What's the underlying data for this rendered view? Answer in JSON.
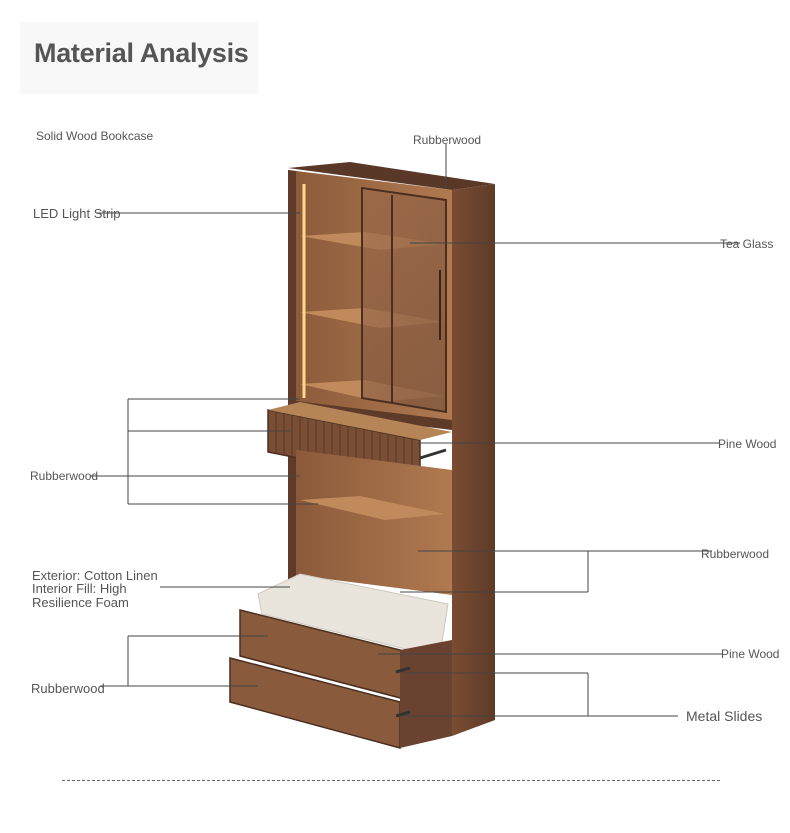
{
  "title": "Material Analysis",
  "subtitle": "Solid Wood Bookcase",
  "labels": {
    "rubberwood_top": "Rubberwood",
    "led_strip": "LED Light Strip",
    "tea_glass": "Tea Glass",
    "pine_wood_drawer": "Pine Wood",
    "rubberwood_left_mid": "Rubberwood",
    "rubberwood_right_mid": "Rubberwood",
    "cushion_line1": "Exterior: Cotton Linen",
    "cushion_line2": "Interior Fill: High",
    "cushion_line3": "Resilience Foam",
    "pine_wood_bottom": "Pine Wood",
    "rubberwood_bottom": "Rubberwood",
    "metal_slides": "Metal Slides"
  },
  "colors": {
    "text": "#555555",
    "walnut": "#6b4530",
    "walnut_light": "#8a5c3e",
    "interior": "#a66e45",
    "led": "#ffd98a",
    "cushion": "#e9e4dc"
  }
}
